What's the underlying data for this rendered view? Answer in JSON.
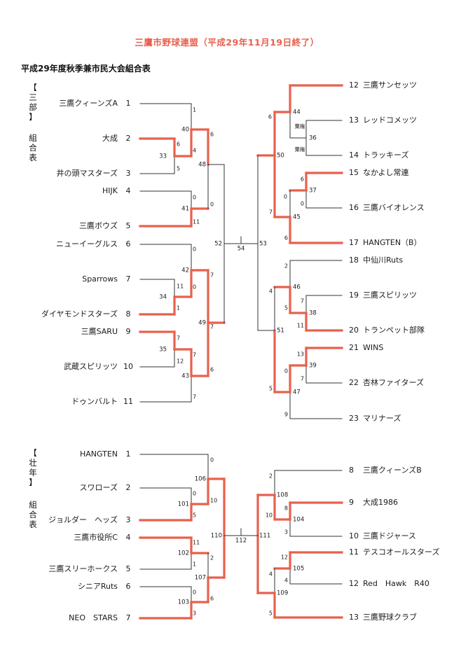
{
  "header": {
    "title": "三鷹市野球連盟（平成29年11月19日終了）",
    "subtitle": "平成29年度秋季兼市民大会組合表"
  },
  "colors": {
    "winner_line": "#e8604c",
    "line": "#333333",
    "title": "#e8604c"
  },
  "division1": {
    "label_top": [
      "【",
      "三",
      "部",
      "】"
    ],
    "label_bottom": [
      "組",
      "合",
      "表"
    ],
    "teams": [
      {
        "seed": "1",
        "name": "三鷹クィーンズA"
      },
      {
        "seed": "2",
        "name": "大成"
      },
      {
        "seed": "3",
        "name": "井の頭マスターズ"
      },
      {
        "seed": "4",
        "name": "HIJK"
      },
      {
        "seed": "5",
        "name": "三鷹ボウズ"
      },
      {
        "seed": "6",
        "name": "ニューイーグルス"
      },
      {
        "seed": "7",
        "name": "Sparrows"
      },
      {
        "seed": "8",
        "name": "ダイヤモンドスターズ"
      },
      {
        "seed": "9",
        "name": "三鷹SARU"
      },
      {
        "seed": "10",
        "name": "武蔵スピリッツ"
      },
      {
        "seed": "11",
        "name": "ドゥンバルト"
      },
      {
        "seed": "12",
        "name": "三鷹サンセッツ"
      },
      {
        "seed": "13",
        "name": "レッドコメッツ"
      },
      {
        "seed": "14",
        "name": "トラッキーズ"
      },
      {
        "seed": "15",
        "name": "なかよし常連"
      },
      {
        "seed": "16",
        "name": "三鷹バイオレンス"
      },
      {
        "seed": "17",
        "name": "HANGTEN（B）"
      },
      {
        "seed": "18",
        "name": "中仙川Ruts"
      },
      {
        "seed": "19",
        "name": "三鷹スピリッツ"
      },
      {
        "seed": "20",
        "name": "トランペット部隊"
      },
      {
        "seed": "21",
        "name": "WINS"
      },
      {
        "seed": "22",
        "name": "杏林ファイターズ"
      },
      {
        "seed": "23",
        "name": "マリナーズ"
      }
    ],
    "games": [
      "33",
      "34",
      "35",
      "36",
      "37",
      "38",
      "39",
      "40",
      "41",
      "42",
      "43",
      "44",
      "45",
      "46",
      "47",
      "48",
      "49",
      "50",
      "51",
      "52",
      "53",
      "54"
    ],
    "scores": [
      "1",
      "6",
      "4",
      "5",
      "0",
      "11",
      "11",
      "0",
      "0",
      "7",
      "1",
      "7",
      "12",
      "7",
      "6",
      "7",
      "6",
      "0",
      "7",
      "6",
      "棄権",
      "棄権",
      "6",
      "0",
      "0",
      "7",
      "6",
      "2",
      "7",
      "5",
      "11",
      "13",
      "7",
      "0",
      "5",
      "9",
      "4"
    ]
  },
  "division2": {
    "label_top": [
      "【",
      "壮",
      "年",
      "】"
    ],
    "label_bottom": [
      "組",
      "合",
      "表"
    ],
    "teams": [
      {
        "seed": "1",
        "name": "HANGTEN"
      },
      {
        "seed": "2",
        "name": "スワローズ"
      },
      {
        "seed": "3",
        "name": "ジョルダー　ヘッズ"
      },
      {
        "seed": "4",
        "name": "三鷹市役所C"
      },
      {
        "seed": "5",
        "name": "三鷹スリーホークス"
      },
      {
        "seed": "6",
        "name": "シニアRuts"
      },
      {
        "seed": "7",
        "name": "NEO　STARS"
      },
      {
        "seed": "8",
        "name": "三鷹クィーンズB"
      },
      {
        "seed": "9",
        "name": "大成1986"
      },
      {
        "seed": "10",
        "name": "三鷹ドジャース"
      },
      {
        "seed": "11",
        "name": "テスコオールスターズ"
      },
      {
        "seed": "12",
        "name": "Red　Hawk　R40"
      },
      {
        "seed": "13",
        "name": "三鷹野球クラブ"
      }
    ],
    "games": [
      "101",
      "102",
      "103",
      "104",
      "105",
      "106",
      "107",
      "108",
      "109",
      "110",
      "111",
      "112"
    ],
    "scores": [
      "0",
      "10",
      "0",
      "5",
      "11",
      "2",
      "1",
      "6",
      "0",
      "3",
      "2",
      "8",
      "10",
      "3",
      "12",
      "4",
      "4",
      "5"
    ]
  }
}
